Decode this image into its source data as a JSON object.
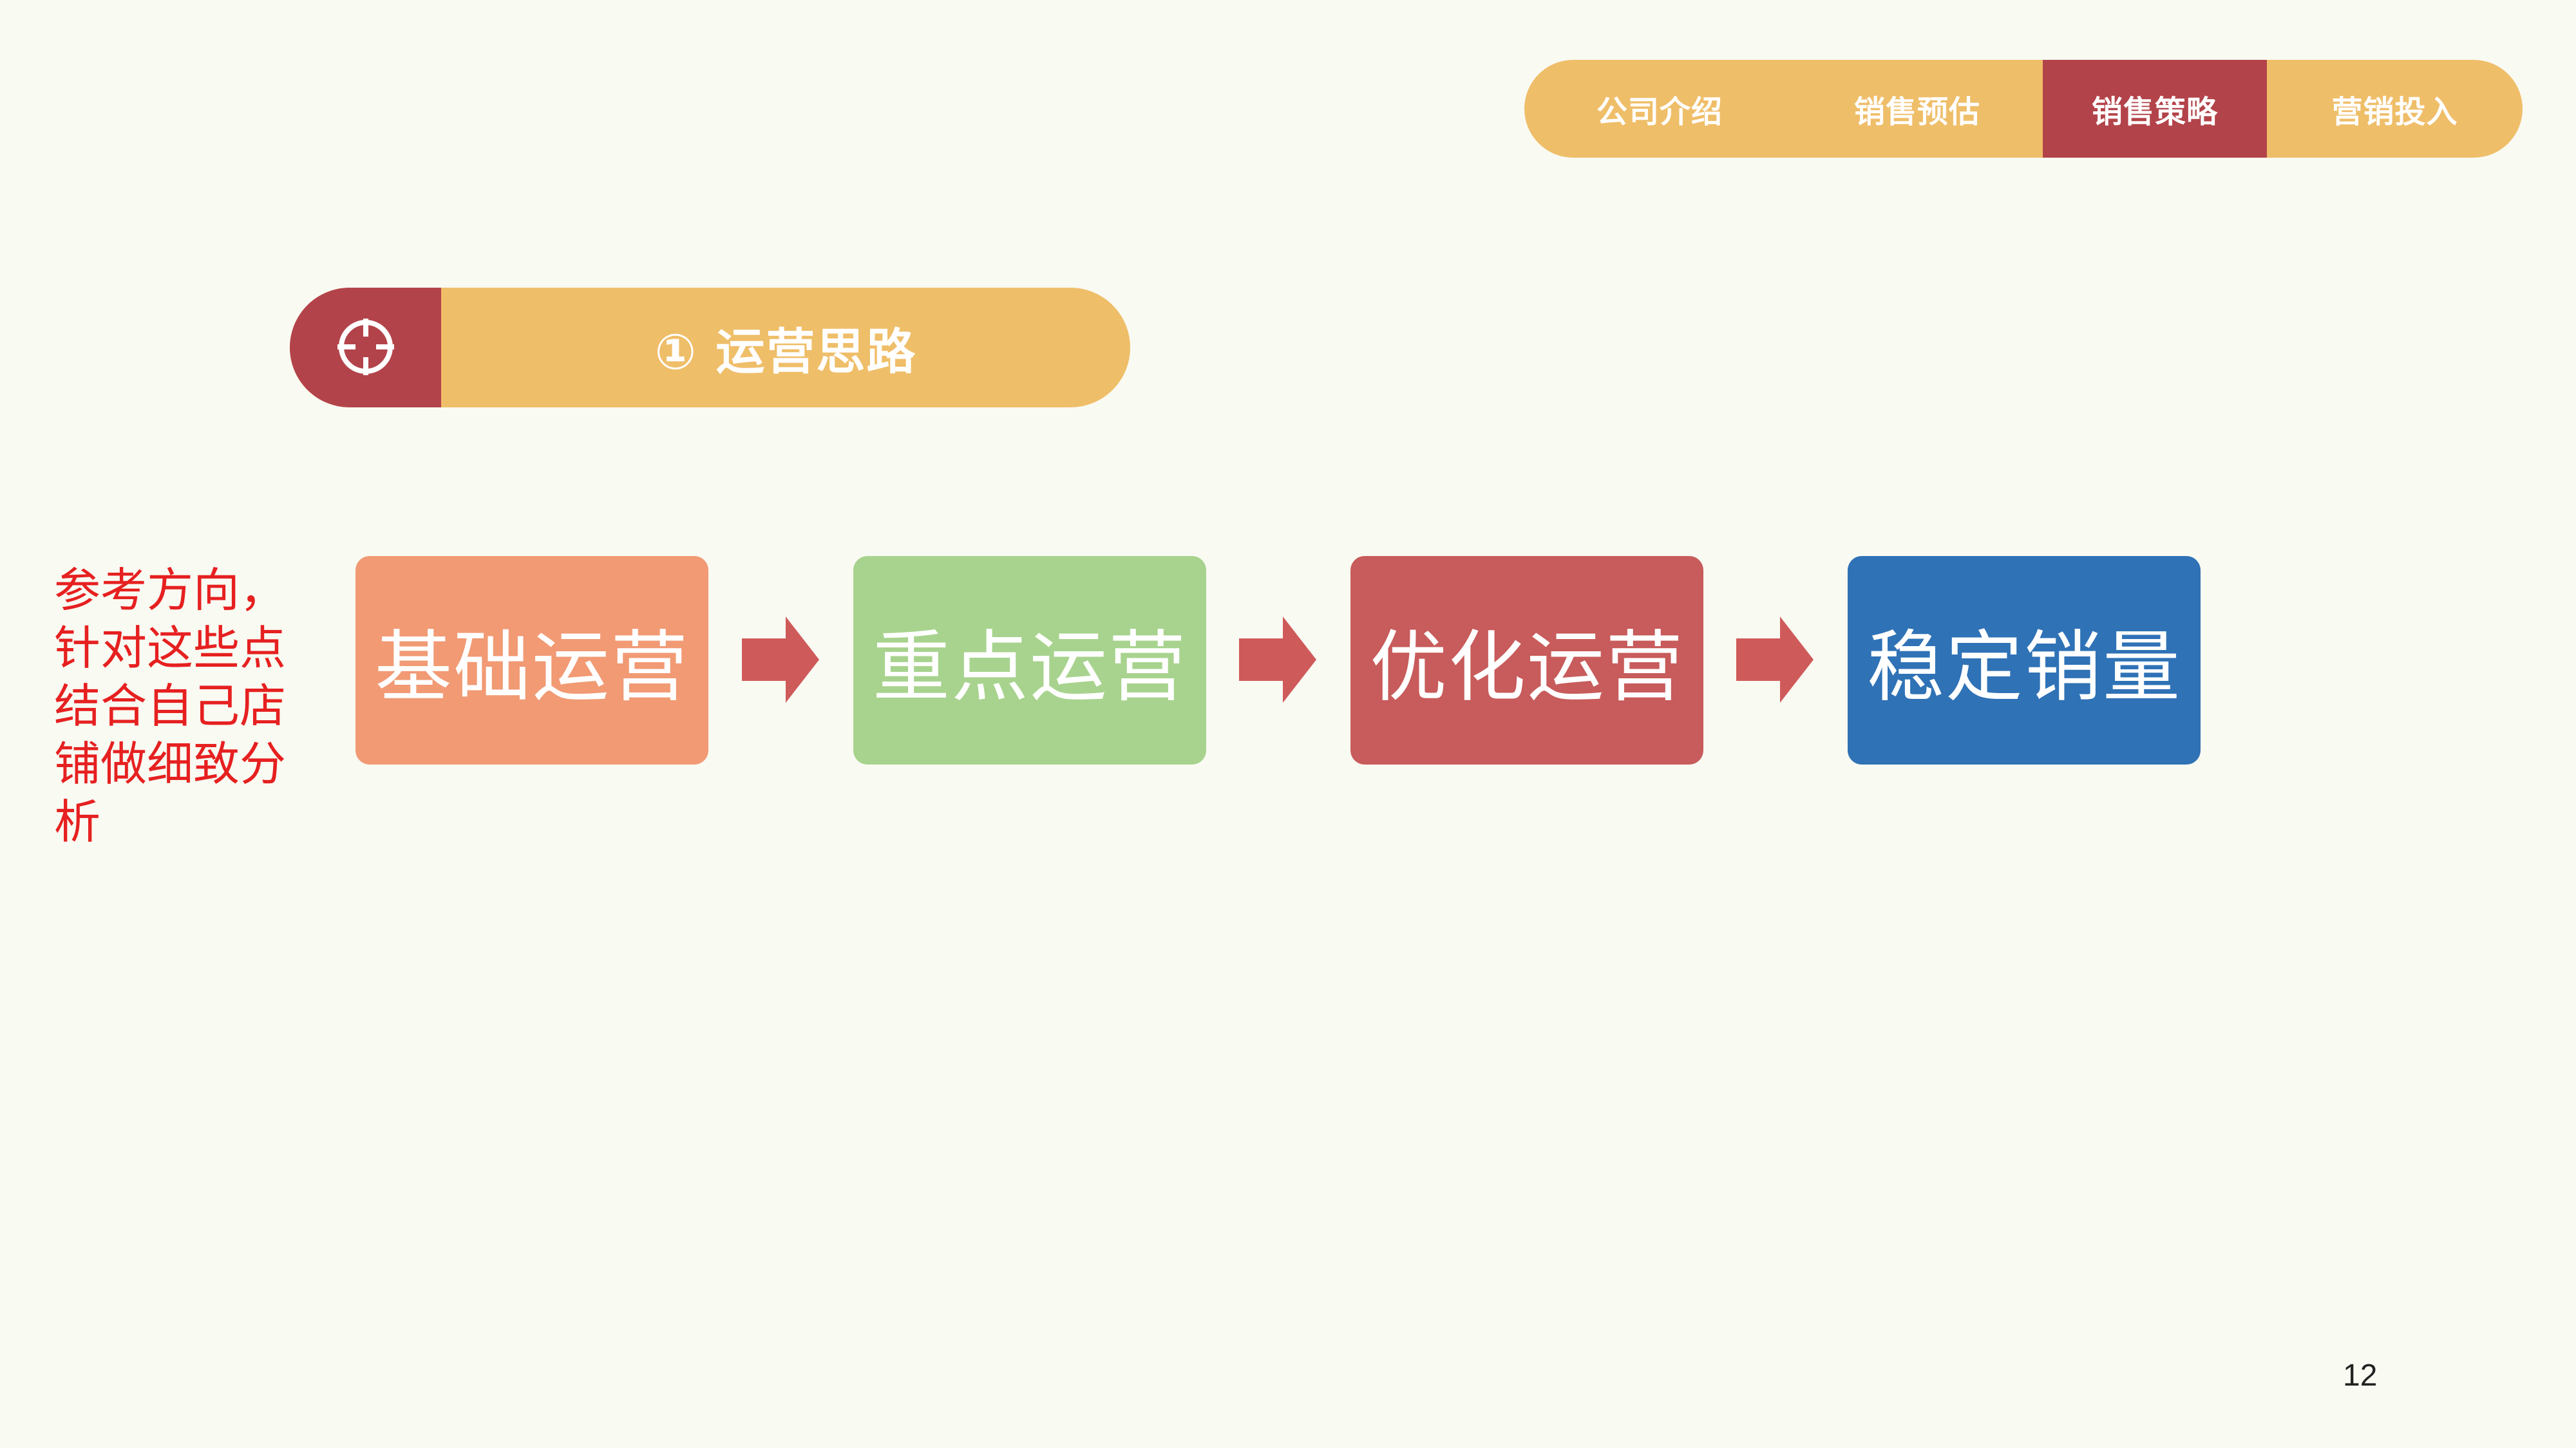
{
  "nav": {
    "tabs": [
      {
        "label": "公司介绍",
        "active": false
      },
      {
        "label": "销售预估",
        "active": false
      },
      {
        "label": "销售策略",
        "active": true
      },
      {
        "label": "营销投入",
        "active": false
      }
    ],
    "colors": {
      "bar": "#efbe69",
      "active": "#b3434a"
    }
  },
  "section": {
    "icon": "crosshair-icon",
    "title": "① 运营思路"
  },
  "note": {
    "text": "参考方向，针对这些点结合自己店铺做细致分析",
    "color": "#e62020"
  },
  "flow": {
    "steps": [
      {
        "label": "基础运营",
        "color": "#f19a74"
      },
      {
        "label": "重点运营",
        "color": "#a8d38e"
      },
      {
        "label": "优化运营",
        "color": "#c85b5b"
      },
      {
        "label": "稳定销量",
        "color": "#2f72b6"
      }
    ],
    "arrow_icon": "arrow-right-icon",
    "arrow_color": "#cf5a5a"
  },
  "footer": {
    "page_number": "12"
  }
}
